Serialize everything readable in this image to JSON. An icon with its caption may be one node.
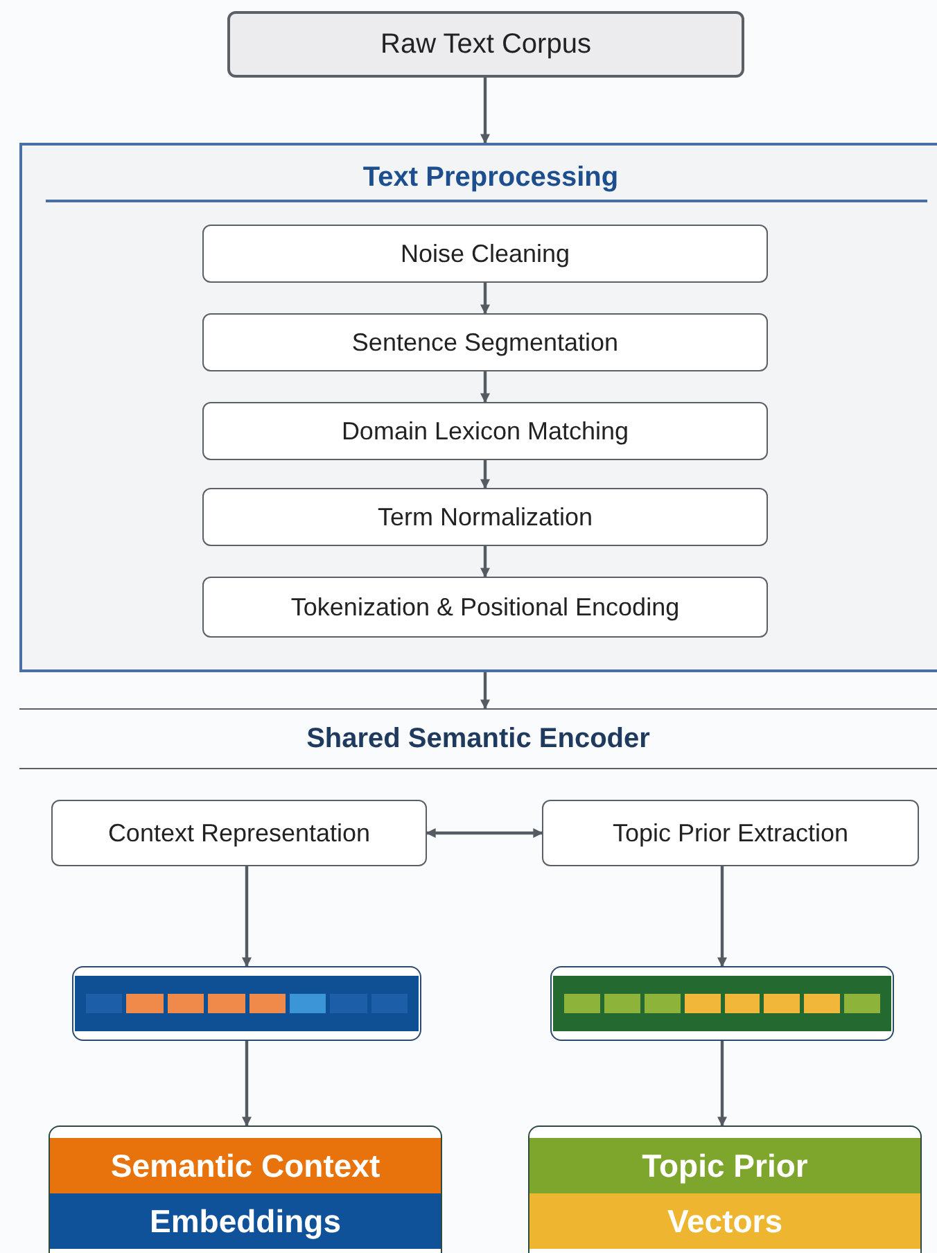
{
  "diagram": {
    "nodes": [
      {
        "text": [
          "Raw Text Corpus"
        ]
      },
      {
        "text": [
          "Text Preprocessing"
        ]
      },
      {
        "text": [
          "Noise Cleaning"
        ],
        "in": 1
      },
      {
        "text": [
          "Sentence Segmentation"
        ],
        "in": 1
      },
      {
        "text": [
          "Domain Lexicon Matching"
        ],
        "in": 1
      },
      {
        "text": [
          "Term Normalization"
        ],
        "in": 1
      },
      {
        "text": [
          "Tokenization & Positional Encoding"
        ],
        "in": 1
      },
      {
        "text": [
          "Shared Semantic Encoder"
        ]
      },
      {
        "text": [
          "Context Representation"
        ]
      },
      {
        "text": [
          "Topic Prior Extraction"
        ]
      },
      {
        "text": [],
        "shape": "bar"
      },
      {
        "text": [],
        "shape": "bar"
      },
      {
        "text": [
          "Semantic Context",
          "Embeddings"
        ]
      },
      {
        "text": [
          "Topic Prior",
          "Vectors"
        ]
      }
    ],
    "edges": [
      {
        "from": 0,
        "to": 1,
        "arrow": "to"
      },
      {
        "from": 2,
        "to": 3,
        "arrow": "to"
      },
      {
        "from": 3,
        "to": 4,
        "arrow": "to"
      },
      {
        "from": 4,
        "to": 5,
        "arrow": "to"
      },
      {
        "from": 5,
        "to": 6,
        "arrow": "to"
      },
      {
        "from": 1,
        "to": 7,
        "arrow": "to"
      },
      {
        "from": 8,
        "to": 9,
        "arrow": "both"
      },
      {
        "from": 8,
        "to": 10,
        "arrow": "to"
      },
      {
        "from": 9,
        "to": 11,
        "arrow": "to"
      },
      {
        "from": 10,
        "to": 12,
        "arrow": "to"
      },
      {
        "from": 11,
        "to": 13,
        "arrow": "to"
      }
    ]
  }
}
